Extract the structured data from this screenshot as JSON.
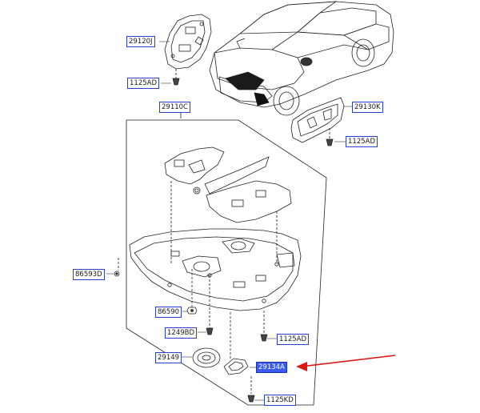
{
  "diagram": {
    "selected_part": "29134A",
    "highlight_color": "#3a5cf0",
    "callout_border_color": "#2a3fd6",
    "arrow_color": "#e01515",
    "labels": {
      "p29120J": "29120J",
      "p1125AD_top": "1125AD",
      "p29110C": "29110C",
      "p29130K": "29130K",
      "p1125AD_right": "1125AD",
      "p86593D": "86593D",
      "p86590": "86590",
      "p1249BD": "1249BD",
      "p1125AD_mid": "1125AD",
      "p29149": "29149",
      "p29134A": "29134A",
      "p1125KD": "1125KD"
    }
  }
}
